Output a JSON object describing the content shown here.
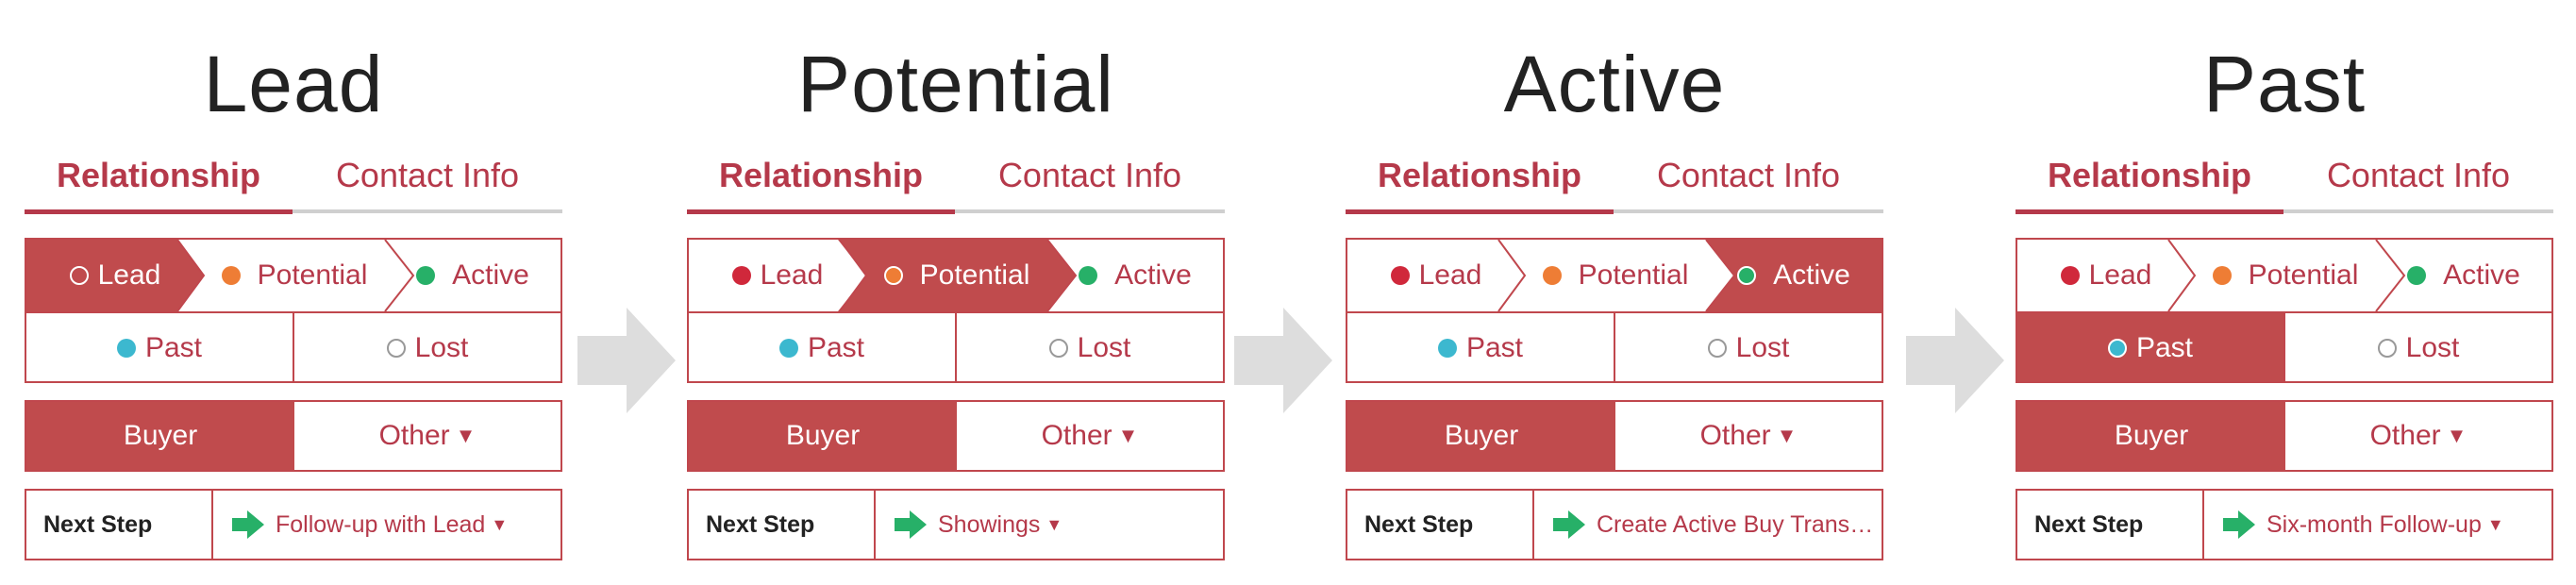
{
  "panels": [
    {
      "title": "Lead",
      "tabs": [
        "Relationship",
        "Contact Info"
      ],
      "stages": {
        "lead": "Lead",
        "potential": "Potential",
        "active": "Active",
        "past": "Past",
        "lost": "Lost"
      },
      "selected_stage": "lead",
      "type": {
        "buyer": "Buyer",
        "other": "Other"
      },
      "next_step": {
        "label": "Next Step",
        "action": "Follow-up with Lead"
      }
    },
    {
      "title": "Potential",
      "tabs": [
        "Relationship",
        "Contact Info"
      ],
      "stages": {
        "lead": "Lead",
        "potential": "Potential",
        "active": "Active",
        "past": "Past",
        "lost": "Lost"
      },
      "selected_stage": "potential",
      "type": {
        "buyer": "Buyer",
        "other": "Other"
      },
      "next_step": {
        "label": "Next Step",
        "action": "Showings"
      }
    },
    {
      "title": "Active",
      "tabs": [
        "Relationship",
        "Contact Info"
      ],
      "stages": {
        "lead": "Lead",
        "potential": "Potential",
        "active": "Active",
        "past": "Past",
        "lost": "Lost"
      },
      "selected_stage": "active",
      "type": {
        "buyer": "Buyer",
        "other": "Other"
      },
      "next_step": {
        "label": "Next Step",
        "action": "Create Active Buy Transact..."
      }
    },
    {
      "title": "Past",
      "tabs": [
        "Relationship",
        "Contact Info"
      ],
      "stages": {
        "lead": "Lead",
        "potential": "Potential",
        "active": "Active",
        "past": "Past",
        "lost": "Lost"
      },
      "selected_stage": "past",
      "type": {
        "buyer": "Buyer",
        "other": "Other"
      },
      "next_step": {
        "label": "Next Step",
        "action": "Six-month Follow-up"
      }
    }
  ],
  "icons": {
    "dropdown": "caret-down-icon",
    "next_step": "green-right-arrow-icon",
    "transition": "gray-right-arrow-icon"
  },
  "colors": {
    "accent": "#c04b4d",
    "text_accent": "#b5394a",
    "lead": "#d0283b",
    "potential": "#ee7d35",
    "active": "#27b068",
    "past": "#3cb8cf",
    "arrow": "#27b068",
    "transition_arrow": "#dddddd"
  }
}
